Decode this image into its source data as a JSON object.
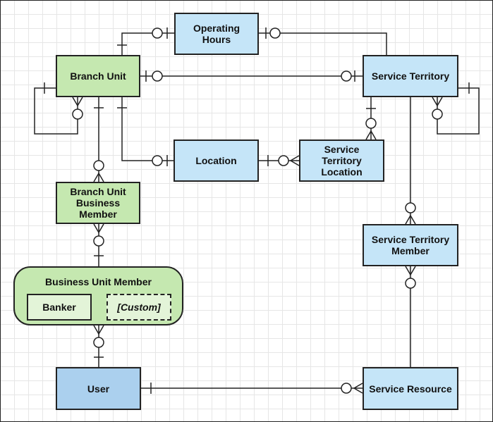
{
  "entities": {
    "operating_hours": "Operating Hours",
    "branch_unit": "Branch Unit",
    "service_territory": "Service Territory",
    "location": "Location",
    "service_territory_location": "Service Territory Location",
    "branch_unit_business_member": "Branch Unit Business Member",
    "business_unit_member": "Business Unit Member",
    "banker": "Banker",
    "custom": "[Custom]",
    "service_territory_member": "Service Territory Member",
    "user": "User",
    "service_resource": "Service Resource"
  },
  "colors": {
    "blue_entity": "#c5e5f8",
    "green_entity": "#c5e8b0",
    "user_entity": "#abd0ee",
    "line": "#222222"
  }
}
